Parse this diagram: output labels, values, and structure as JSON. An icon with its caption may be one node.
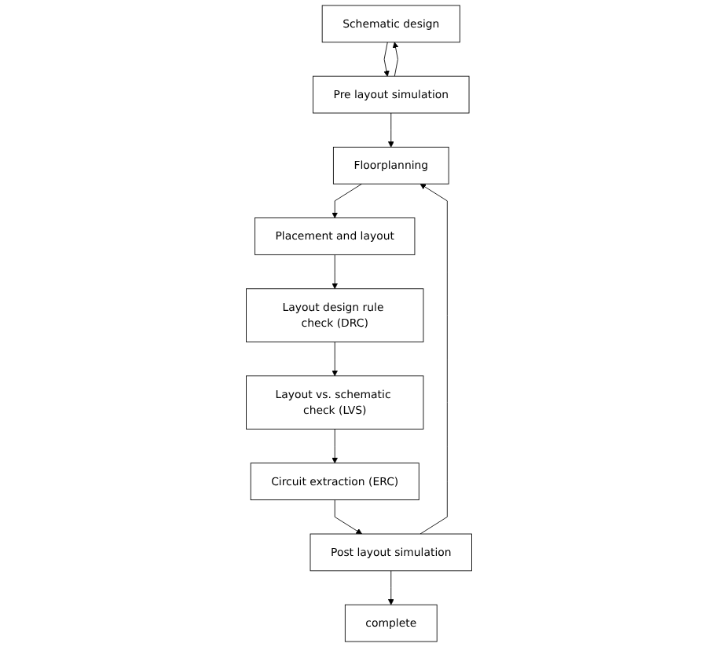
{
  "diagram": {
    "nodes": [
      {
        "text": [
          "Schematic design"
        ]
      },
      {
        "text": [
          "Pre layout simulation"
        ]
      },
      {
        "text": [
          "Floorplanning"
        ]
      },
      {
        "text": [
          "Placement and layout"
        ]
      },
      {
        "text": [
          "Layout design rule check (DRC)"
        ]
      },
      {
        "text": [
          "Layout vs. schematic check (LVS)"
        ]
      },
      {
        "text": [
          "Circuit extraction (ERC)"
        ]
      },
      {
        "text": [
          "Post layout simulation"
        ]
      },
      {
        "text": [
          "complete"
        ]
      }
    ],
    "edges": [
      {
        "from": 0,
        "to": 1,
        "arrow": "to"
      },
      {
        "from": 1,
        "to": 0,
        "arrow": "to"
      },
      {
        "from": 1,
        "to": 2,
        "arrow": "to"
      },
      {
        "from": 2,
        "to": 3,
        "arrow": "to"
      },
      {
        "from": 3,
        "to": 4,
        "arrow": "to"
      },
      {
        "from": 4,
        "to": 5,
        "arrow": "to"
      },
      {
        "from": 5,
        "to": 6,
        "arrow": "to"
      },
      {
        "from": 6,
        "to": 7,
        "arrow": "to"
      },
      {
        "from": 7,
        "to": 2,
        "arrow": "to"
      },
      {
        "from": 7,
        "to": 8,
        "arrow": "to"
      }
    ]
  }
}
